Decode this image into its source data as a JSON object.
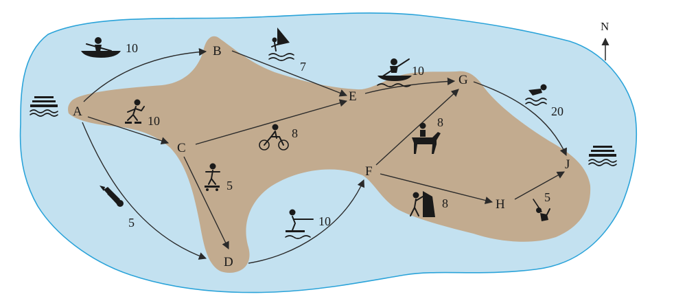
{
  "compass": {
    "label": "N"
  },
  "nodes": [
    {
      "id": "A",
      "label": "A"
    },
    {
      "id": "B",
      "label": "B"
    },
    {
      "id": "C",
      "label": "C"
    },
    {
      "id": "D",
      "label": "D"
    },
    {
      "id": "E",
      "label": "E"
    },
    {
      "id": "F",
      "label": "F"
    },
    {
      "id": "G",
      "label": "G"
    },
    {
      "id": "H",
      "label": "H"
    },
    {
      "id": "J",
      "label": "J"
    }
  ],
  "edges": [
    {
      "from": "A",
      "to": "B",
      "weight": "10",
      "activity": "canoeing-icon"
    },
    {
      "from": "A",
      "to": "C",
      "weight": "10",
      "activity": "inline-skating-icon"
    },
    {
      "from": "A",
      "to": "D",
      "weight": "5",
      "activity": "scuba-diving-icon"
    },
    {
      "from": "B",
      "to": "E",
      "weight": "7",
      "activity": "windsurfing-icon"
    },
    {
      "from": "C",
      "to": "E",
      "weight": "8",
      "activity": "cycling-icon"
    },
    {
      "from": "C",
      "to": "D",
      "weight": "5",
      "activity": "skateboarding-icon"
    },
    {
      "from": "D",
      "to": "F",
      "weight": "10",
      "activity": "water-skiing-icon"
    },
    {
      "from": "E",
      "to": "G",
      "weight": "10",
      "activity": "kayaking-icon"
    },
    {
      "from": "F",
      "to": "G",
      "weight": "8",
      "activity": "horse-riding-icon"
    },
    {
      "from": "F",
      "to": "H",
      "weight": "8",
      "activity": "rock-climbing-icon"
    },
    {
      "from": "G",
      "to": "J",
      "weight": "20",
      "activity": "swimming-icon"
    },
    {
      "from": "H",
      "to": "J",
      "weight": "5",
      "activity": "abseiling-icon"
    }
  ],
  "ferries": [
    {
      "at": "A",
      "icon": "ferry-icon"
    },
    {
      "at": "J",
      "icon": "ferry-icon"
    }
  ],
  "colors": {
    "water": "#c3e1f0",
    "shoreline": "#2aa3d9",
    "land": "#c2ab8f",
    "ink": "#1a1a1a"
  }
}
